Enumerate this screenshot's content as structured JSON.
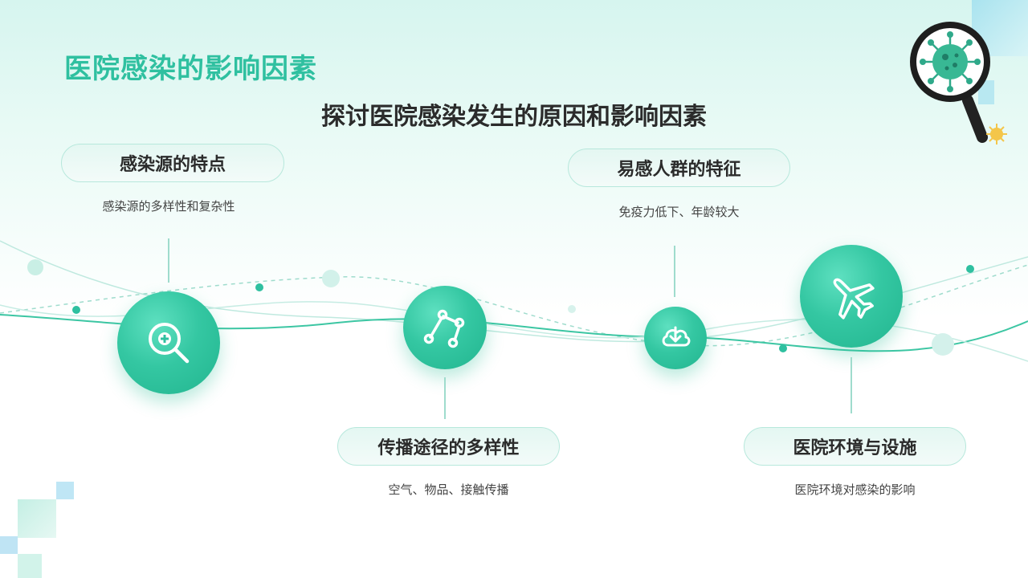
{
  "title": "医院感染的影响因素",
  "subtitle": "探讨医院感染发生的原因和影响因素",
  "factors": [
    {
      "heading": "感染源的特点",
      "description": "感染源的多样性和复杂性",
      "icon": "magnifier-plus-icon"
    },
    {
      "heading": "传播途径的多样性",
      "description": "空气、物品、接触传播",
      "icon": "route-nodes-icon"
    },
    {
      "heading": "易感人群的特征",
      "description": "免疫力低下、年龄较大",
      "icon": "cloud-download-icon"
    },
    {
      "heading": "医院环境与设施",
      "description": "医院环境对感染的影响",
      "icon": "airplane-icon"
    }
  ],
  "colors": {
    "accent": "#2fc0a0",
    "accent_dark": "#22b58f",
    "text": "#2b2b2b",
    "deco_blue": "#8fd6ea"
  }
}
